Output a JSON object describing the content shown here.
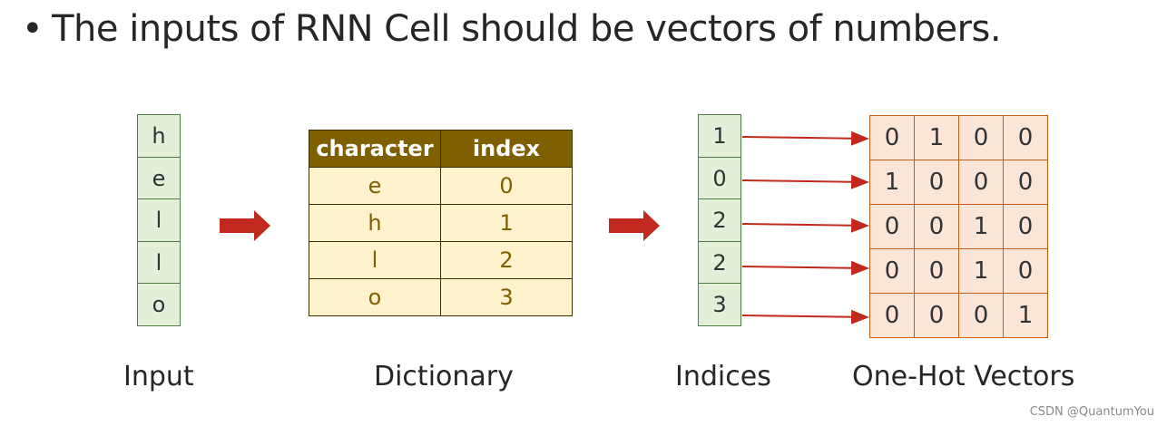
{
  "title": "The inputs of RNN Cell should be vectors of numbers.",
  "input": {
    "cells": [
      "h",
      "e",
      "l",
      "l",
      "o"
    ],
    "caption": "Input"
  },
  "dictionary": {
    "headers": [
      "character",
      "index"
    ],
    "rows": [
      [
        "e",
        "0"
      ],
      [
        "h",
        "1"
      ],
      [
        "l",
        "2"
      ],
      [
        "o",
        "3"
      ]
    ],
    "caption": "Dictionary"
  },
  "indices": {
    "cells": [
      "1",
      "0",
      "2",
      "2",
      "3"
    ],
    "caption": "Indices"
  },
  "one_hot": {
    "rows": [
      [
        "0",
        "1",
        "0",
        "0"
      ],
      [
        "1",
        "0",
        "0",
        "0"
      ],
      [
        "0",
        "0",
        "1",
        "0"
      ],
      [
        "0",
        "0",
        "1",
        "0"
      ],
      [
        "0",
        "0",
        "0",
        "1"
      ]
    ],
    "caption": "One-Hot Vectors"
  },
  "watermark": "CSDN @QuantumYou",
  "colors": {
    "green_fill": "#e2efd9",
    "green_border": "#4e7a45",
    "dict_header": "#7f6000",
    "dict_body": "#fff2cc",
    "onehot_fill": "#fbe5d6",
    "onehot_border": "#c55a11",
    "arrow": "#c0291b"
  }
}
